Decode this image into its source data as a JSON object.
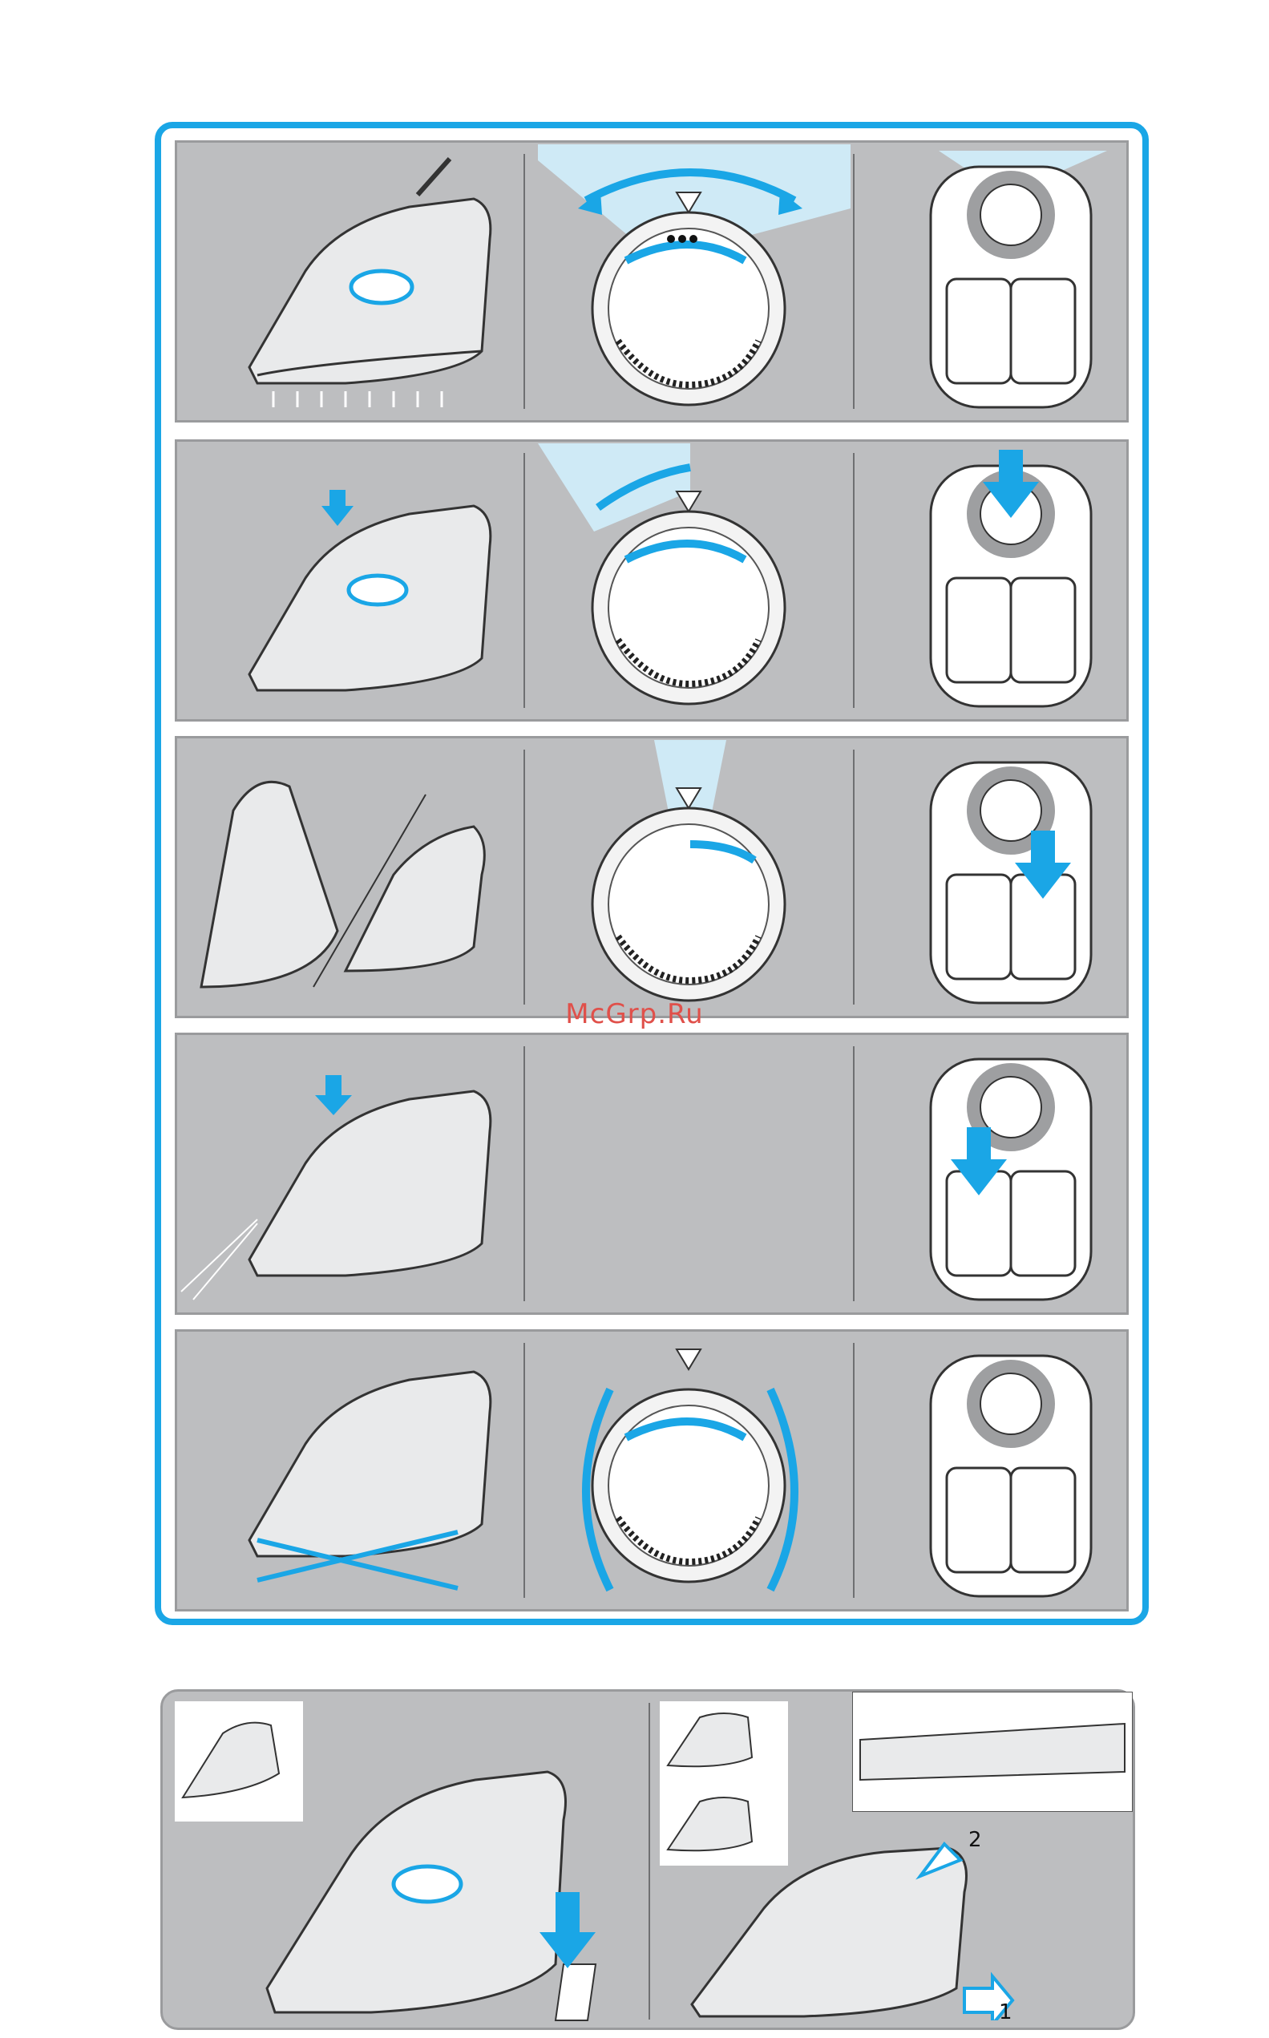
{
  "watermark": {
    "text": "McGrp.Ru"
  },
  "steps": [
    {
      "id": "step-1",
      "dial": "full-range",
      "control": "dial-center"
    },
    {
      "id": "step-2",
      "dial": "partial-range",
      "control": "press-dial"
    },
    {
      "id": "step-3",
      "dial": "pointer-only",
      "control": "press-right-button"
    },
    {
      "id": "step-4",
      "dial": "none",
      "control": "press-left-button"
    },
    {
      "id": "step-5",
      "dial": "turn-both-ways",
      "control": "dial-center"
    }
  ],
  "bottom": {
    "markers": [
      "2",
      "1"
    ]
  },
  "colors": {
    "accent": "#1aa6e6",
    "panel": "#bdbec0",
    "watermark": "#e0504a"
  }
}
